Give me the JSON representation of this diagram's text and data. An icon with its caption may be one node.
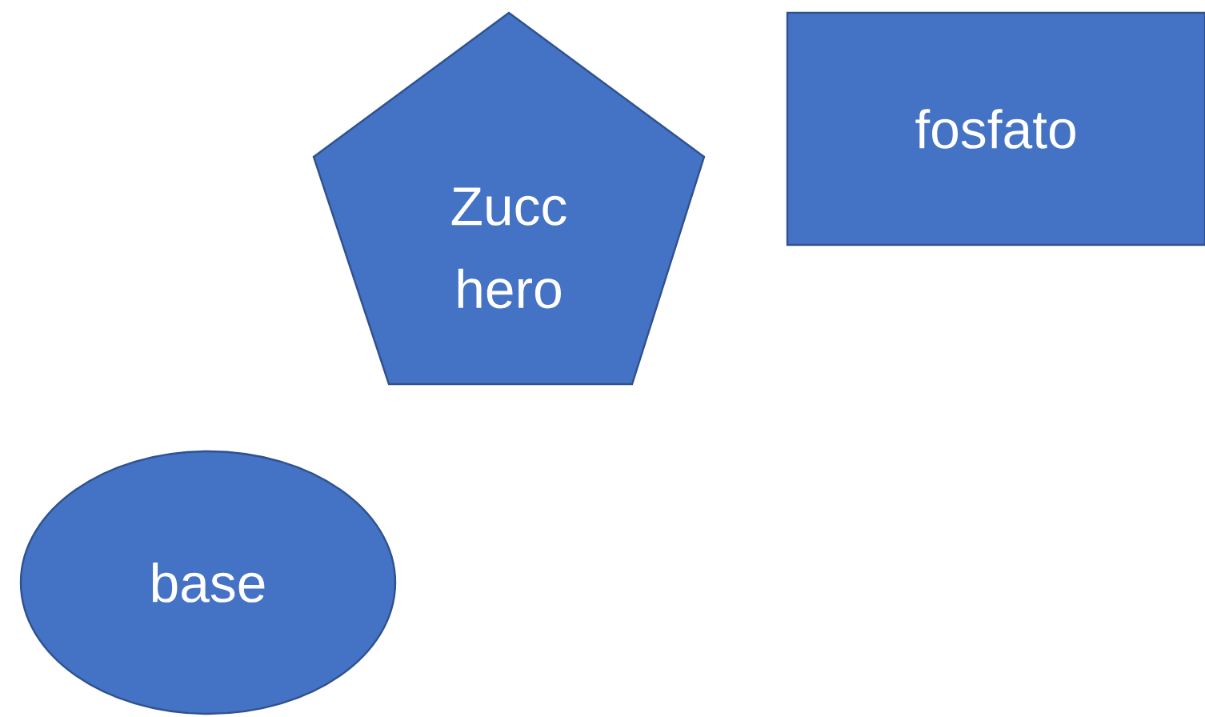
{
  "diagram": {
    "nodes": [
      {
        "text": [
          "Zucc hero"
        ]
      },
      {
        "text": [
          "fosfato"
        ]
      },
      {
        "text": [
          "base"
        ]
      }
    ]
  }
}
